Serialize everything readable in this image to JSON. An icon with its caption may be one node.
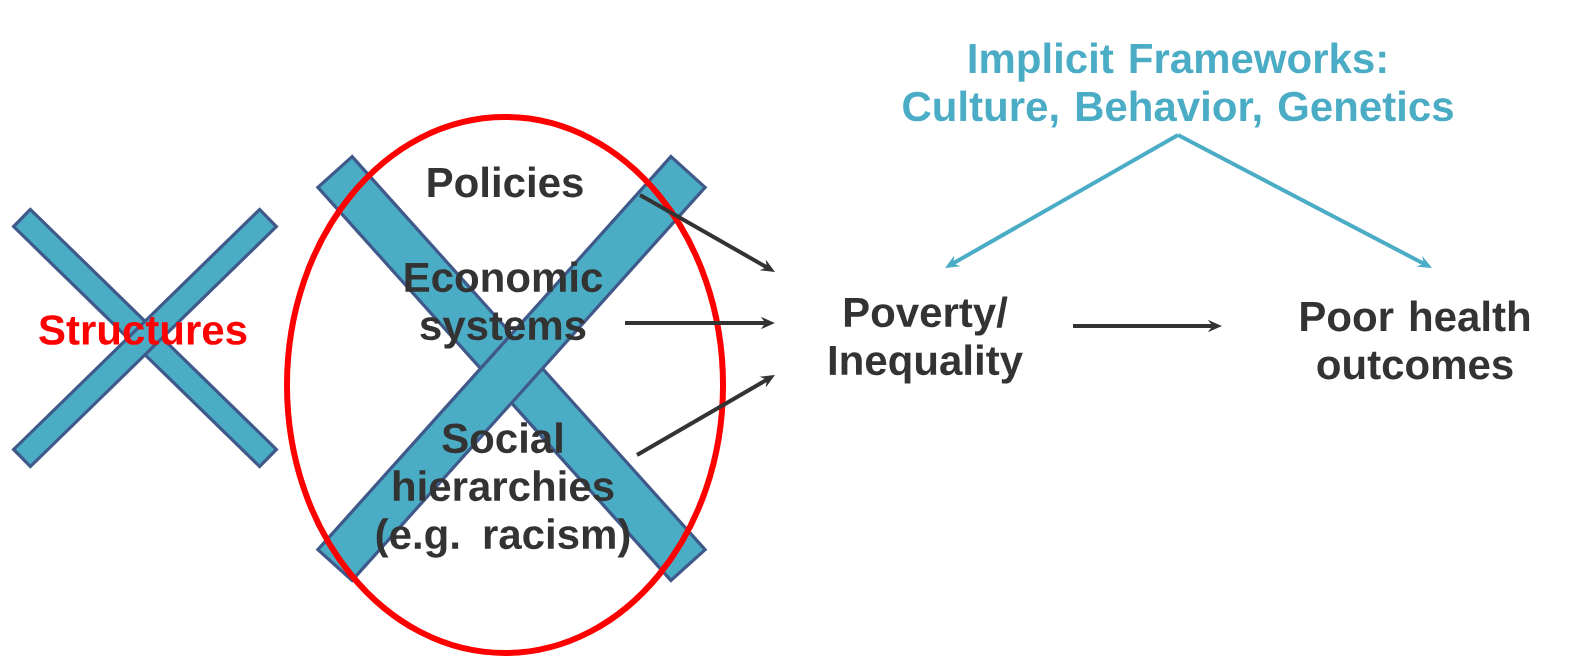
{
  "diagram": {
    "nodes": [
      {
        "text": [
          "Structures"
        ]
      },
      {
        "text": [],
        "shape": "ellipse"
      },
      {
        "text": [
          "Policies"
        ],
        "in": 1
      },
      {
        "text": [
          "Economic systems"
        ],
        "in": 1
      },
      {
        "text": [
          "Social hierarchies (e.g. racism)"
        ],
        "in": 1
      },
      {
        "text": [
          "Poverty/ Inequality"
        ]
      },
      {
        "text": [
          "Poor health outcomes"
        ]
      },
      {
        "text": [
          "Implicit Frameworks: Culture, Behavior, Genetics"
        ]
      }
    ],
    "edges": [
      {
        "from": 2,
        "to": 5,
        "arrow": "to"
      },
      {
        "from": 3,
        "to": 5,
        "arrow": "to"
      },
      {
        "from": 4,
        "to": 5,
        "arrow": "to"
      },
      {
        "from": 5,
        "to": 6,
        "arrow": "to"
      },
      {
        "from": 7,
        "to": 5,
        "arrow": "to",
        "color": "#4bacc6"
      },
      {
        "from": 7,
        "to": 6,
        "arrow": "to",
        "color": "#4bacc6"
      }
    ]
  }
}
